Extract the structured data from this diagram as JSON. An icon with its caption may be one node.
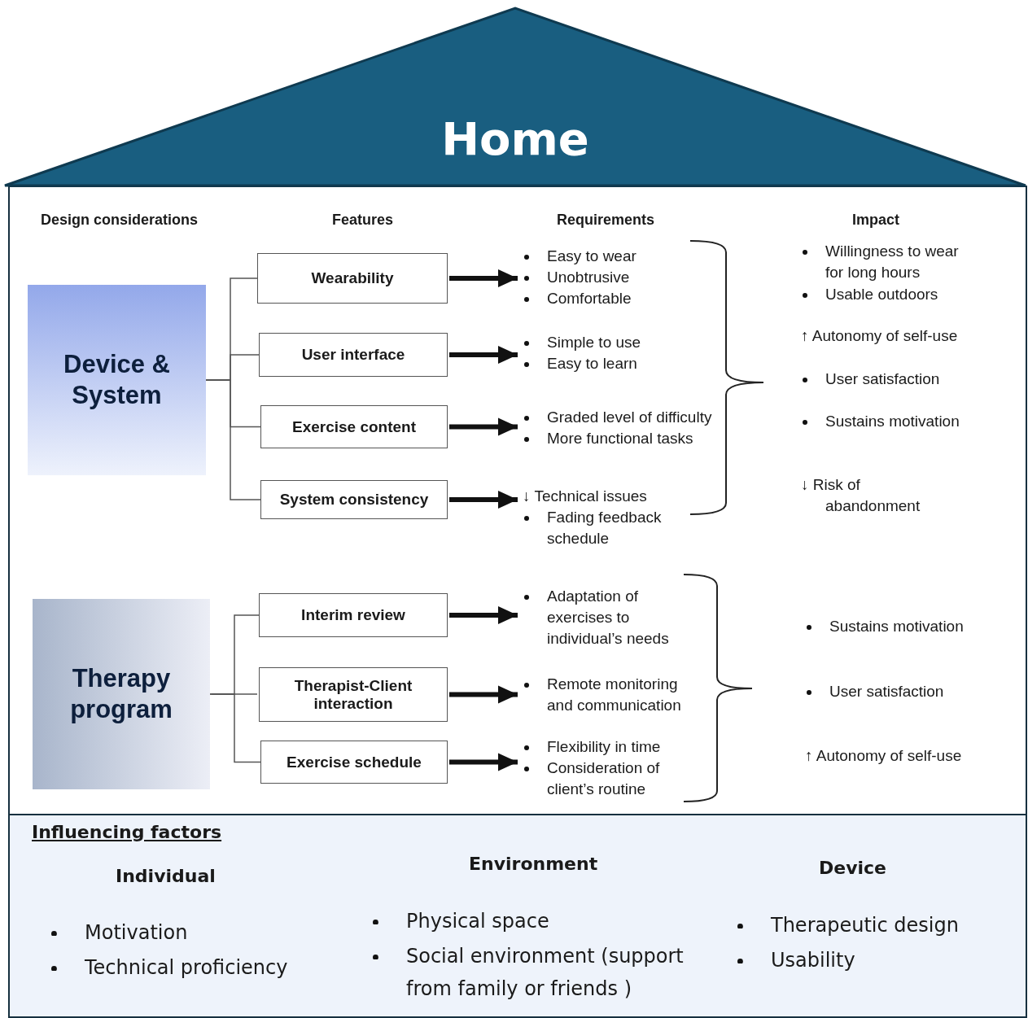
{
  "diagram": {
    "nodes": [
      {
        "text": [
          "Home"
        ]
      },
      {
        "text": [
          "Device & System"
        ]
      },
      {
        "text": [
          "Wearability"
        ]
      },
      {
        "text": [
          "User interface"
        ]
      },
      {
        "text": [
          "Exercise content"
        ]
      },
      {
        "text": [
          "System consistency"
        ]
      },
      {
        "text": [
          "Easy to wear",
          "Unobtrusive",
          "Comfortable"
        ]
      },
      {
        "text": [
          "Simple to use",
          "Easy to learn"
        ]
      },
      {
        "text": [
          "Graded level of difficulty",
          "More functional tasks"
        ]
      },
      {
        "text": [
          "↓ Technical issues",
          "Fading feedback schedule"
        ]
      },
      {
        "text": [
          "Therapy program"
        ]
      },
      {
        "text": [
          "Interim review"
        ]
      },
      {
        "text": [
          "Therapist-Client interaction"
        ]
      },
      {
        "text": [
          "Exercise schedule"
        ]
      },
      {
        "text": [
          "Adaptation of exercises to individual’s needs"
        ]
      },
      {
        "text": [
          "Remote monitoring and communication"
        ]
      },
      {
        "text": [
          "Flexibility in time",
          "Consideration of client’s routine"
        ]
      },
      {
        "text": [
          "Influencing factors",
          "Individual",
          "Motivation",
          "Technical proficiency",
          "Environment",
          "Physical space",
          "Social environment (support from family or friends )",
          "Device",
          "Therapeutic design",
          "Usability"
        ]
      }
    ],
    "edges": [
      {
        "from": 1,
        "to": 2,
        "arrow": "none"
      },
      {
        "from": 1,
        "to": 3,
        "arrow": "none"
      },
      {
        "from": 1,
        "to": 4,
        "arrow": "none"
      },
      {
        "from": 1,
        "to": 5,
        "arrow": "none"
      },
      {
        "from": 2,
        "to": 6,
        "arrow": "to",
        "style": "thick"
      },
      {
        "from": 3,
        "to": 7,
        "arrow": "to",
        "style": "thick"
      },
      {
        "from": 4,
        "to": 8,
        "arrow": "to",
        "style": "thick"
      },
      {
        "from": 5,
        "to": 9,
        "arrow": "to",
        "style": "thick"
      },
      {
        "from": 10,
        "to": 11,
        "arrow": "none"
      },
      {
        "from": 10,
        "to": 12,
        "arrow": "none"
      },
      {
        "from": 10,
        "to": 13,
        "arrow": "none"
      },
      {
        "from": 11,
        "to": 14,
        "arrow": "to",
        "style": "thick"
      },
      {
        "from": 12,
        "to": 15,
        "arrow": "to",
        "style": "thick"
      },
      {
        "from": 13,
        "to": 16,
        "arrow": "to",
        "style": "thick"
      }
    ],
    "labels": [
      "Design considerations",
      "Features",
      "Requirements",
      "Impact",
      "Willingness to wear for long hours",
      "Usable outdoors",
      "↑ Autonomy of self-use",
      "User satisfaction",
      "Sustains motivation",
      "↓ Risk of abandonment",
      "Sustains motivation",
      "User satisfaction",
      "↑ Autonomy of self-use"
    ]
  }
}
